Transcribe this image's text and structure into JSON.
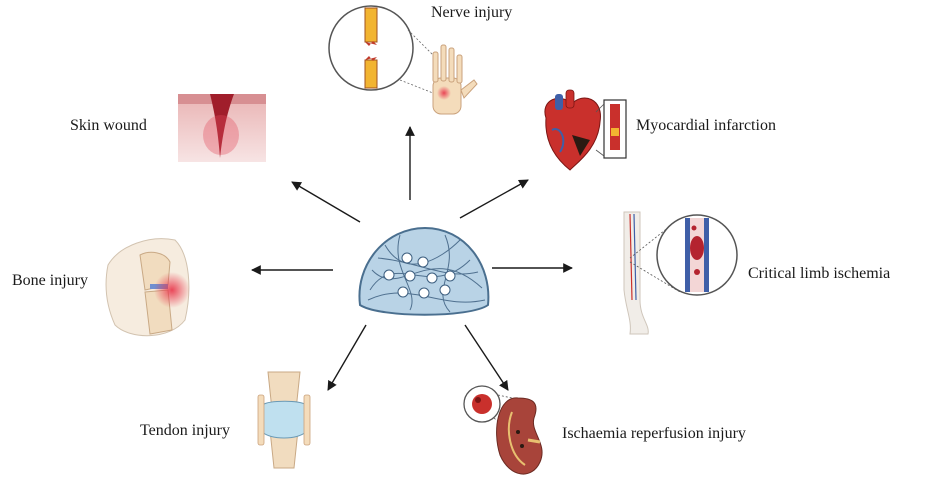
{
  "diagram": {
    "center": {
      "name": "hydrogel"
    },
    "targets": [
      {
        "id": "nerve",
        "label": "Nerve injury"
      },
      {
        "id": "skin",
        "label": "Skin wound"
      },
      {
        "id": "myocardial",
        "label": "Myocardial infarction"
      },
      {
        "id": "bone",
        "label": "Bone injury"
      },
      {
        "id": "limb",
        "label": "Critical limb ischemia"
      },
      {
        "id": "tendon",
        "label": "Tendon injury"
      },
      {
        "id": "kidney",
        "label": "Ischaemia reperfusion injury"
      }
    ]
  },
  "colors": {
    "arrow": "#1a1a1a",
    "gel_fill": "#b9d3e6",
    "gel_stroke": "#4a6f8f",
    "blood_red": "#b4232f",
    "tissue_pink": "#f0c9c8",
    "bone_tan": "#f1dcbf",
    "nerve_yellow": "#f2b431",
    "cartilage_blue": "#bfe0ef"
  }
}
